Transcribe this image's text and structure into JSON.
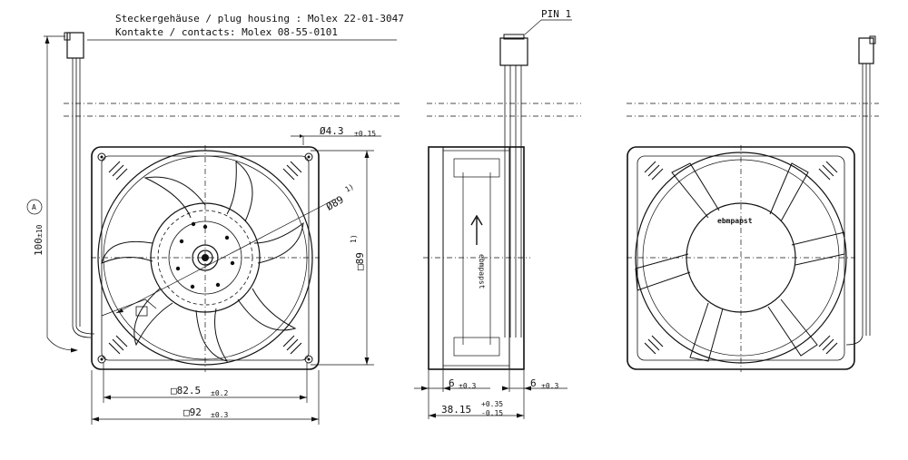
{
  "notes": {
    "housing": "Steckergehäuse / plug housing : Molex 22-01-3047",
    "contacts": "Kontakte / contacts: Molex 08-55-0101",
    "pin": "PIN 1"
  },
  "dimensions": {
    "hole_prefix": "Ø4.3",
    "hole_tol": "±0.15",
    "diameter": "Ø89",
    "diameter_note": "1)",
    "square_89": "□89",
    "square_89_note": "1)",
    "lead_length": "100",
    "lead_length_tol": "±10",
    "detail_ref": "A",
    "square_82_5": "□82.5",
    "square_82_5_tol": "±0.2",
    "square_92": "□92",
    "square_92_tol": "±0.3",
    "flange_left": "6",
    "flange_left_tol": "±0.3",
    "flange_right": "6",
    "flange_right_tol": "±0.3",
    "depth": "38.15",
    "depth_tol_plus": "+0.35",
    "depth_tol_minus": "-0.15"
  },
  "labels": {
    "brand": "ebmpapst",
    "side_brand": "ebmpapst"
  }
}
